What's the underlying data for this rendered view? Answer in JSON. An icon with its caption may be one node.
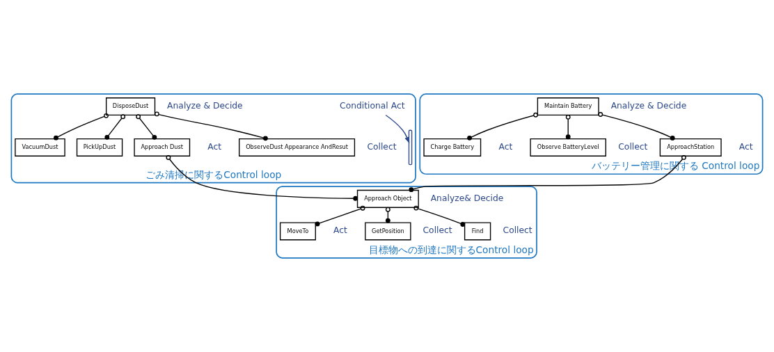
{
  "diagram": {
    "nodes": [
      {
        "text": [
          "ごみ清掃に関するControl loop"
        ]
      },
      {
        "text": [
          "Conditional Act"
        ],
        "in": 0
      },
      {
        "text": [
          "DisposeDust"
        ],
        "in": 0,
        "beside": [
          "Analyze & Decide"
        ]
      },
      {
        "text": [
          "VacuumDust"
        ],
        "in": 0
      },
      {
        "text": [
          "PickUpDust"
        ],
        "in": 0
      },
      {
        "text": [
          "Approach Dust"
        ],
        "in": 0,
        "beside": [
          "Act"
        ]
      },
      {
        "text": [
          "ObserveDust Appearance AndResut"
        ],
        "in": 0,
        "beside": [
          "Collect"
        ]
      },
      {
        "text": [
          "バッテリー管理に関する Control loop"
        ]
      },
      {
        "text": [
          "Charge Battery"
        ],
        "in": 7,
        "beside": [
          "Act"
        ]
      },
      {
        "text": [
          "Maintain Battery"
        ],
        "in": 7,
        "beside": [
          "Analyze & Decide"
        ]
      },
      {
        "text": [
          "Observe BatteryLevel"
        ],
        "in": 7,
        "beside": [
          "Collect"
        ]
      },
      {
        "text": [
          "ApproachStation"
        ],
        "in": 7,
        "beside": [
          "Act"
        ]
      },
      {
        "text": [
          "目標物への到達に関するControl loop"
        ]
      },
      {
        "text": [
          "Approach Object"
        ],
        "in": 12,
        "beside": [
          "Analyze& Decide"
        ]
      },
      {
        "text": [
          "MoveTo"
        ],
        "in": 12,
        "beside": [
          "Act"
        ]
      },
      {
        "text": [
          "GetPosition"
        ],
        "in": 12,
        "beside": [
          "Collect"
        ]
      },
      {
        "text": [
          "Find"
        ],
        "in": 12,
        "beside": [
          "Collect"
        ]
      },
      {
        "text": [],
        "shape": "bracket",
        "in": 0
      }
    ],
    "edges": [
      {
        "from": 2,
        "to": 6,
        "arrow": "other"
      },
      {
        "from": 2,
        "to": 3,
        "arrow": "other"
      },
      {
        "from": 2,
        "to": 4,
        "arrow": "other"
      },
      {
        "from": 2,
        "to": 5,
        "arrow": "other"
      },
      {
        "from": 5,
        "to": 13,
        "arrow": "other"
      },
      {
        "from": 11,
        "to": 13,
        "arrow": "other"
      },
      {
        "from": 9,
        "to": 8,
        "arrow": "other"
      },
      {
        "from": 9,
        "to": 10,
        "arrow": "other"
      },
      {
        "from": 9,
        "to": 11,
        "arrow": "other"
      },
      {
        "from": 13,
        "to": 14,
        "arrow": "other"
      },
      {
        "from": 13,
        "to": 15,
        "arrow": "other"
      },
      {
        "from": 13,
        "to": 16,
        "arrow": "other"
      },
      {
        "from": 1,
        "to": 17,
        "arrow": "to",
        "color": "#2e4a8c"
      }
    ]
  }
}
